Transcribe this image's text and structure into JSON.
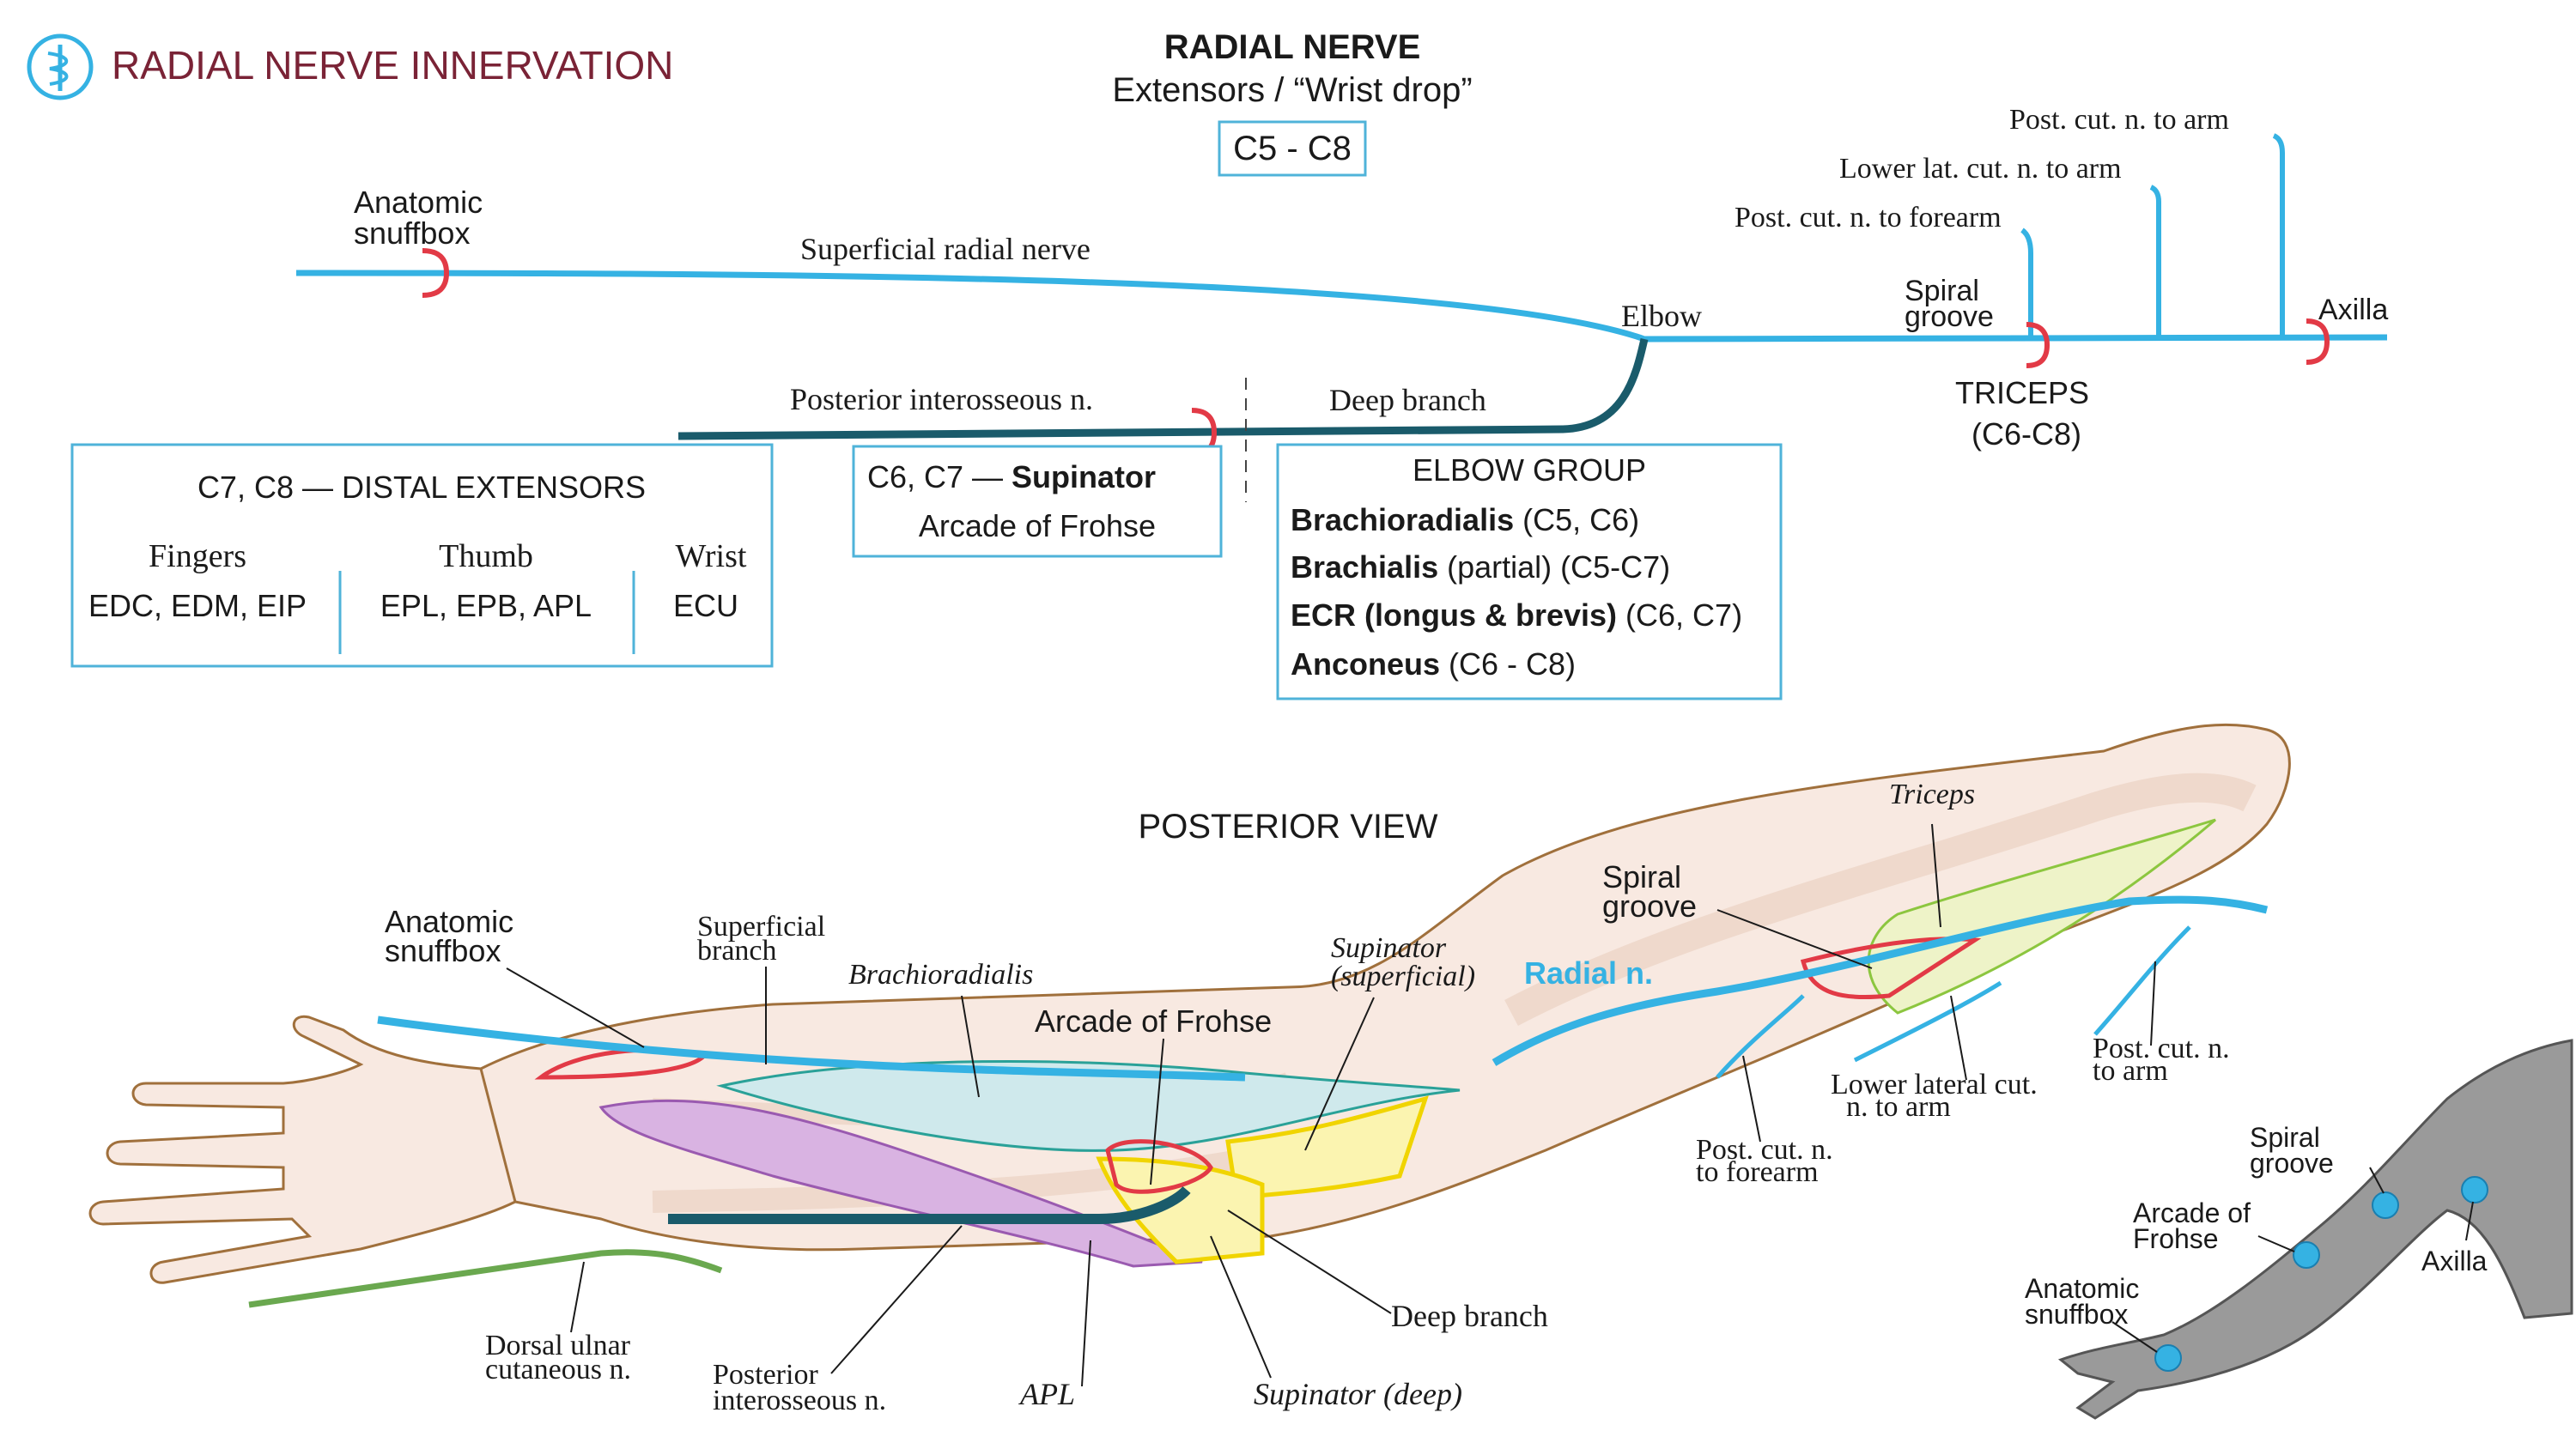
{
  "header": {
    "app_title": "RADIAL NERVE INNERVATION",
    "title": "RADIAL NERVE",
    "subtitle": "Extensors / “Wrist drop”",
    "roots": "C5 - C8"
  },
  "schematic": {
    "axilla": "Axilla",
    "post_cut_arm": "Post. cut. n. to arm",
    "lower_lat_cut_arm": "Lower lat. cut. n. to arm",
    "post_cut_forearm": "Post. cut. n. to forearm",
    "spiral_groove": [
      "Spiral",
      "groove"
    ],
    "triceps": [
      "TRICEPS",
      "(C6-C8)"
    ],
    "elbow": "Elbow",
    "superficial": "Superficial radial nerve",
    "snuffbox": [
      "Anatomic",
      "snuffbox"
    ],
    "deep_branch": "Deep branch",
    "pin": "Posterior interosseous n."
  },
  "distal_box": {
    "title": "C7, C8 — DISTAL EXTENSORS",
    "columns": [
      {
        "head": "Fingers",
        "muscles": "EDC, EDM, EIP"
      },
      {
        "head": "Thumb",
        "muscles": "EPL, EPB, APL"
      },
      {
        "head": "Wrist",
        "muscles": "ECU"
      }
    ]
  },
  "supinator_box": {
    "roots": "C6, C7 — ",
    "muscle": "Supinator",
    "site": "Arcade of Frohse"
  },
  "elbow_box": {
    "title": "ELBOW GROUP",
    "items": [
      {
        "muscle": "Brachioradialis",
        "roots": " (C5, C6)"
      },
      {
        "muscle": "Brachialis",
        "roots": " (partial) (C5-C7)"
      },
      {
        "muscle": "ECR (longus & brevis)",
        "roots": " (C6, C7)"
      },
      {
        "muscle": "Anconeus",
        "roots": " (C6 - C8)"
      }
    ]
  },
  "posterior_view": {
    "title": "POSTERIOR VIEW",
    "snuffbox": [
      "Anatomic",
      "snuffbox"
    ],
    "superficial": [
      "Superficial",
      "branch"
    ],
    "brachioradialis": "Brachioradialis",
    "arcade": "Arcade of Frohse",
    "sup_superficial": [
      "Supinator",
      "(superficial)"
    ],
    "radial_n": "Radial n.",
    "triceps": "Triceps",
    "spiral": [
      "Spiral",
      "groove"
    ],
    "lower_lat": [
      "Lower lateral cut.",
      "n. to arm"
    ],
    "post_arm": [
      "Post. cut. n.",
      "to arm"
    ],
    "post_forearm": [
      "Post. cut. n.",
      "to forearm"
    ],
    "deep_branch": "Deep branch",
    "sup_deep": "Supinator (deep)",
    "apl": "APL",
    "pin": [
      "Posterior",
      "interosseous n."
    ],
    "dorsal_ulnar": [
      "Dorsal ulnar",
      "cutaneous n."
    ]
  },
  "mini_arm": {
    "spiral": [
      "Spiral",
      "groove"
    ],
    "axilla": "Axilla",
    "arcade": [
      "Arcade of",
      "Frohse"
    ],
    "snuffbox": [
      "Anatomic",
      "snuffbox"
    ]
  },
  "colors": {
    "nerve_blue": "#35b2e3",
    "deep_nerve": "#1a5b6b",
    "red": "#e23a46",
    "box_border": "#4fb3d9",
    "title_maroon": "#7a2336",
    "bone_outline": "#a0703c",
    "skin": "#f8e9e1"
  }
}
